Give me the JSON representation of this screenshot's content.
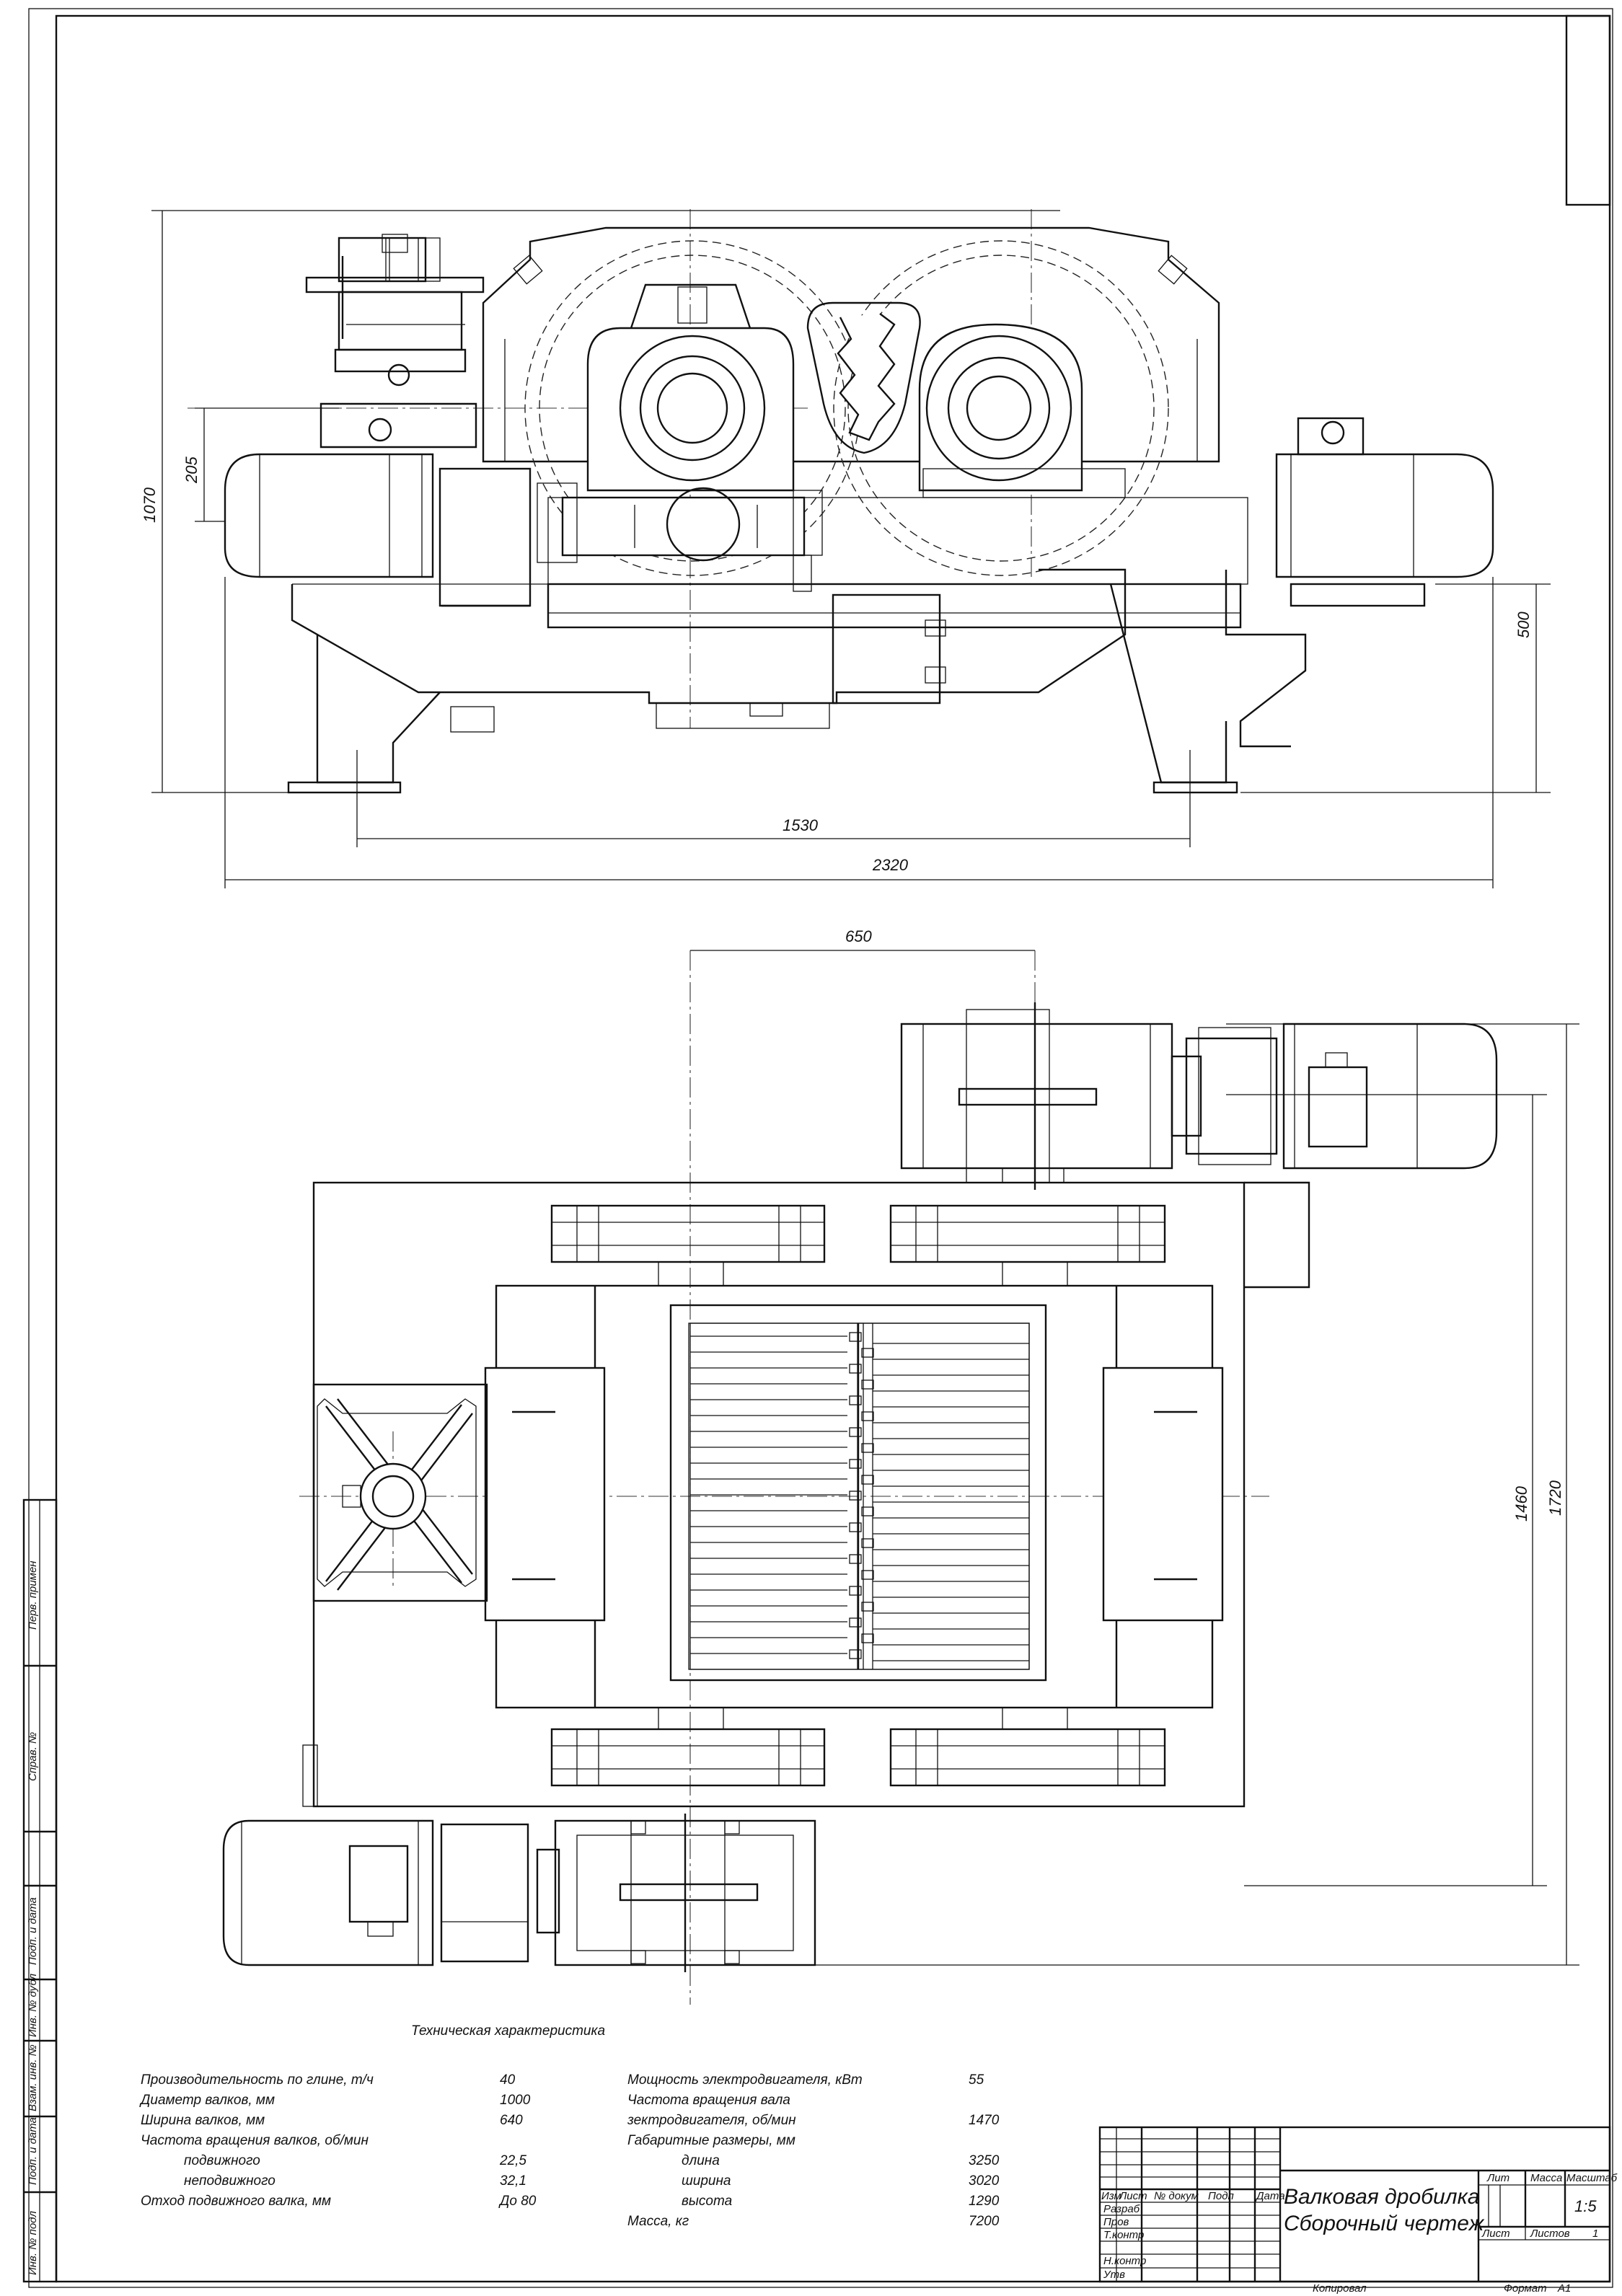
{
  "dimensions": {
    "front_height": "1070",
    "front_axis": "205",
    "front_right": "500",
    "front_base": "1530",
    "front_total": "2320",
    "plan_axis": "650",
    "plan_inner": "1460",
    "plan_total": "1720"
  },
  "tech_spec": {
    "title": "Техническая характеристика",
    "left": [
      {
        "label": "Производительность по глине,  т/ч",
        "value": "40"
      },
      {
        "label": "Диаметр валков, мм",
        "value": "1000"
      },
      {
        "label": "Ширина валков, мм",
        "value": "640"
      },
      {
        "label": "Частота вращения валков, об/мин",
        "value": ""
      },
      {
        "label": "подвижного",
        "value": "22,5"
      },
      {
        "label": "неподвижного",
        "value": "32,1"
      },
      {
        "label": "Отход подвижного валка, мм",
        "value": "До 80"
      }
    ],
    "right": [
      {
        "label": "Мощность электродвигателя, кВт",
        "value": "55"
      },
      {
        "label": "Частота вращения вала",
        "value": ""
      },
      {
        "label": "зектродвигателя, об/мин",
        "value": "1470"
      },
      {
        "label": "Габаритные размеры, мм",
        "value": ""
      },
      {
        "label": "длина",
        "value": "3250"
      },
      {
        "label": "ширина",
        "value": "3020"
      },
      {
        "label": "высота",
        "value": "1290"
      },
      {
        "label": "Масса, кг",
        "value": "7200"
      }
    ]
  },
  "title_block": {
    "title_line1": "Валковая дробилка",
    "title_line2": "Сборочный чертеж",
    "col_izm": "Изм",
    "col_list": "Лист",
    "col_doc": "№ докум",
    "col_podp": "Подп",
    "col_data": "Дата",
    "row_razrab": "Разраб",
    "row_prov": "Пров",
    "row_tkontr": "Т.контр",
    "row_nkontr": "Н.контр",
    "row_utv": "Утв",
    "lit": "Лит",
    "massa": "Масса",
    "masshtab": "Масштаб",
    "scale_value": "1:5",
    "list_label": "Лист",
    "listov_label": "Листов",
    "listov_value": "1",
    "kopiroval": "Копировал",
    "format": "Формат",
    "format_value": "А1"
  },
  "stamps": {
    "perv_primen": "Перв. примен",
    "sprav": "Справ. №",
    "podp_data_1": "Подп. и дата",
    "inv_dubl": "Инв. № дубл",
    "vzam_inv": "Взам. инв. №",
    "podp_data_2": "Подп. и дата",
    "inv_podl": "Инв. № подл"
  }
}
